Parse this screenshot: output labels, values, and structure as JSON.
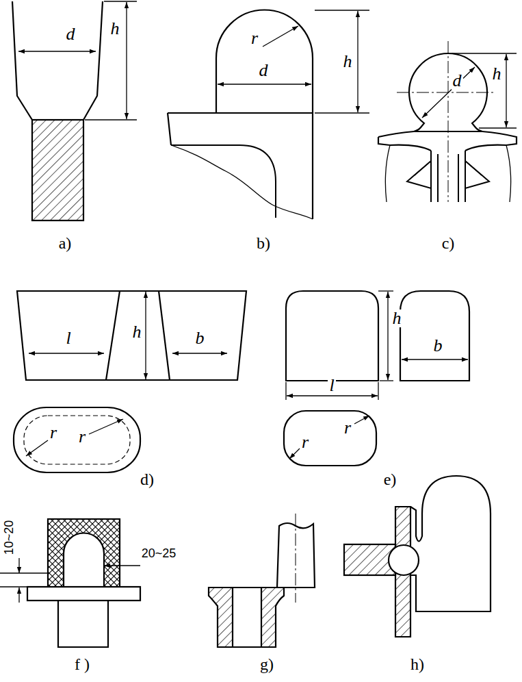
{
  "diagram": {
    "labels": [
      "d",
      "h",
      "a)",
      "r",
      "d",
      "h",
      "b)",
      "d",
      "h",
      "c)",
      "l",
      "h",
      "b",
      "r",
      "r",
      "d)",
      "h",
      "b",
      "l",
      "r",
      "r",
      "e)",
      "10~20",
      "20~25",
      "f )",
      "g)",
      "h)"
    ]
  }
}
